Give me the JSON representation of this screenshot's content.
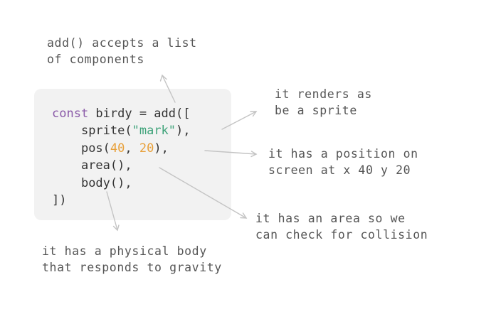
{
  "code": {
    "keyword": "const",
    "line1_rest": " birdy = add([",
    "sprite_open": "sprite(",
    "sprite_arg": "\"mark\"",
    "sprite_close": "),",
    "pos_open": "pos(",
    "pos_x": "40",
    "pos_sep": ", ",
    "pos_y": "20",
    "pos_close": "),",
    "area": "area(),",
    "body": "body(),",
    "close": "])"
  },
  "notes": {
    "add": [
      "add() accepts a list",
      "of components"
    ],
    "sprite": [
      "it renders as",
      "be a sprite"
    ],
    "pos": [
      "it has a position on",
      "screen at x 40 y 20"
    ],
    "area": [
      "it has an area so we",
      "can check for collision"
    ],
    "body": [
      "it has a physical body",
      "that responds to gravity"
    ]
  },
  "colors": {
    "keyword": "#8a5aa8",
    "string": "#3fa37a",
    "number": "#e8a03a",
    "arrow": "#c4c4c4"
  }
}
